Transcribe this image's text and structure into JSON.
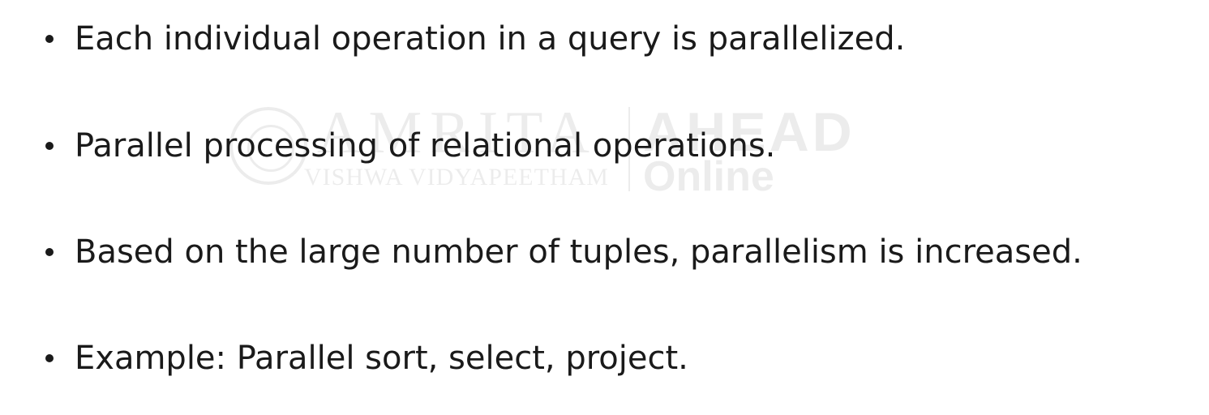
{
  "watermark": {
    "brand": "AMRITA",
    "subtitle": "VISHWA VIDYAPEETHAM",
    "ahead": "AHEAD",
    "online": "Online"
  },
  "bullets": [
    "Each individual operation in a query is parallelized.",
    "Parallel processing of relational operations.",
    "Based on the large number of tuples, parallelism is increased.",
    "Example: Parallel sort, select, project."
  ]
}
